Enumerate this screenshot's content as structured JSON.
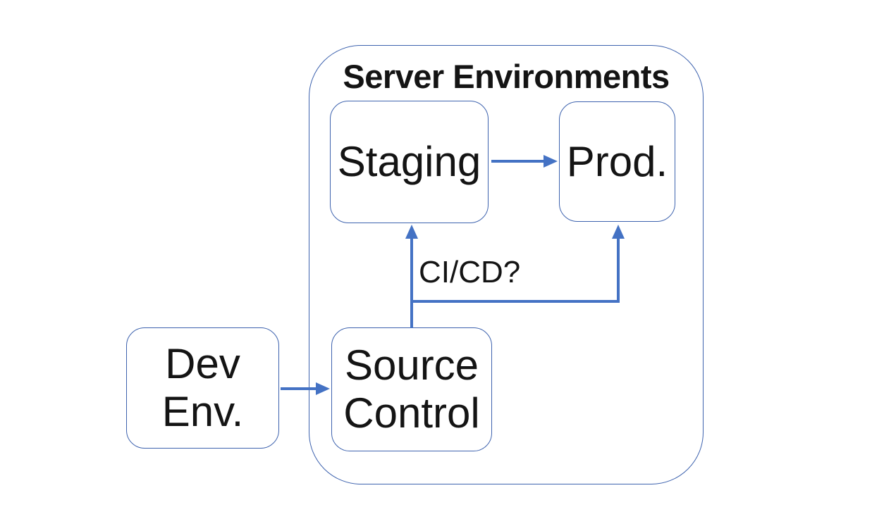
{
  "diagram": {
    "title": "Server Environments",
    "nodes": {
      "staging": {
        "label": "Staging"
      },
      "prod": {
        "label": "Prod."
      },
      "source_control": {
        "line1": "Source",
        "line2": "Control"
      },
      "dev_env": {
        "line1": "Dev",
        "line2": "Env."
      }
    },
    "edges": [
      {
        "from": "Staging",
        "to": "Prod."
      },
      {
        "from": "Dev Env.",
        "to": "Source Control"
      },
      {
        "from": "Source Control",
        "to": "Staging",
        "label": "CI/CD?"
      },
      {
        "from": "Source Control",
        "to": "Prod."
      }
    ],
    "colors": {
      "arrow": "#4472C4",
      "shape_border": "#3D62AE",
      "text": "#141414",
      "background": "#FFFFFF"
    }
  }
}
